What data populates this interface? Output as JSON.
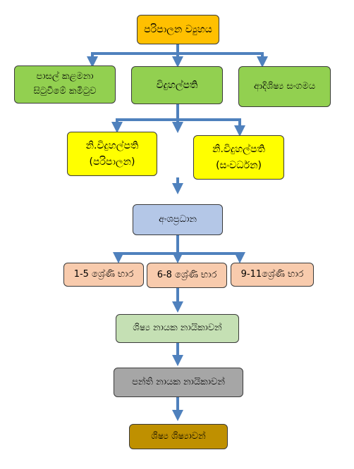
{
  "diagram": {
    "title_node": "පරිපාලන ව්‍යුහය",
    "level2": [
      {
        "lines": [
          "පාසල් කළමනා",
          "සිටුවීමේ කමිටුව"
        ]
      },
      {
        "lines": [
          "විදුහල්පති"
        ]
      },
      {
        "lines": [
          "ආදිශිෂ්‍ය සංගමය"
        ]
      }
    ],
    "level3": [
      {
        "lines": [
          "නි.විදුහල්පති",
          "(පරිපාලන)"
        ]
      },
      {
        "lines": [
          "නි.විදුහල්පති",
          "(සංවර්ධන)"
        ]
      }
    ],
    "level4": "අංශප්‍රධාන",
    "level5": [
      {
        "lines": [
          "1-5 ශ්‍රේණි භාර"
        ]
      },
      {
        "lines": [
          "6-8 ශ්‍රේණි භාර"
        ]
      },
      {
        "lines": [
          "9-11ශ්‍රේණි භාර"
        ]
      }
    ],
    "level6": "ශිෂ්‍ය නායක නායිකාවන්",
    "level7": "පන්ති නායක නායිකාවන්",
    "level8": "ශිෂ්‍ය ශිෂ්‍යාවන්"
  },
  "colors": {
    "connector": "#4f81bd",
    "orange": "#ffc000",
    "green": "#92d050",
    "yellow": "#ffff00",
    "blue": "#b4c7e7",
    "peach": "#f8cbad",
    "light_green": "#c5e0b4",
    "grey": "#a6a6a6",
    "brown": "#bf9000"
  }
}
